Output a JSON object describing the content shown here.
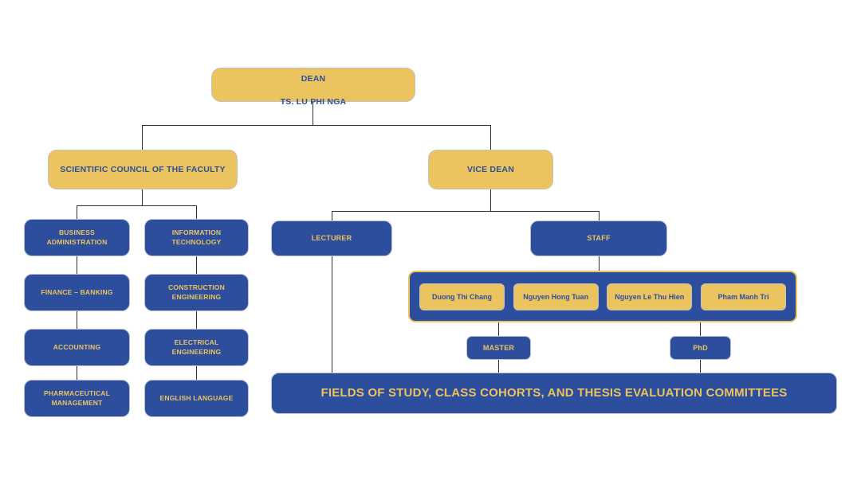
{
  "org": {
    "dean": {
      "title": "DEAN",
      "name": "TS. LU PHI NGA"
    },
    "scientific_council": {
      "label": "SCIENTIFIC COUNCIL OF THE FACULTY"
    },
    "vice_dean": {
      "label": "VICE DEAN"
    },
    "departments": {
      "column1": [
        "BUSINESS\nADMINISTRATION",
        "FINANCE – BANKING",
        "ACCOUNTING",
        "PHARMACEUTICAL\nMANAGEMENT"
      ],
      "column2": [
        "INFORMATION\nTECHNOLOGY",
        "CONSTRUCTION\nENGINEERING",
        "ELECTRICAL\nENGINEERING",
        "ENGLISH LANGUAGE"
      ]
    },
    "lecturer": {
      "label": "LECTURER"
    },
    "staff": {
      "label": "STAFF"
    },
    "staff_members": [
      "Duong Thi Chang",
      "Nguyen Hong Tuan",
      "Nguyen Le Thu Hien",
      "Pham Manh Tri"
    ],
    "degrees": {
      "master": "MASTER",
      "phd": "PhD"
    },
    "fields": {
      "label": "FIELDS OF STUDY, CLASS COHORTS, AND THESIS EVALUATION COMMITTEES"
    }
  },
  "colors": {
    "gold": "#ecc45f",
    "blue": "#2c4e9c",
    "text_on_gold": "#2c4e9c",
    "text_on_blue": "#ecc45f",
    "line": "#2f2f2f"
  }
}
